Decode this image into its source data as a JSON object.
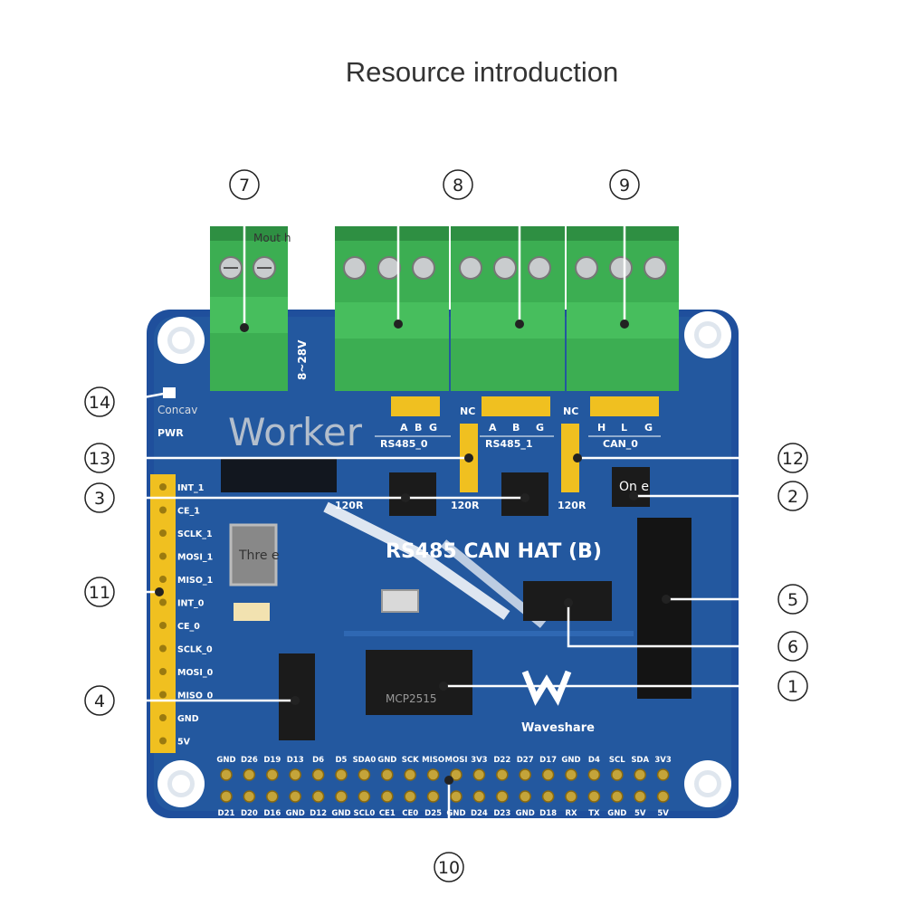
{
  "title": "Resource introduction",
  "board": {
    "name": "RS485 CAN HAT (B)",
    "brand": "Waveshare",
    "power_in": "8~28V",
    "pwr_label": "PWR",
    "terminal_labels": [
      "RS485_0",
      "RS485_1",
      "CAN_0"
    ],
    "terminal_pins": [
      [
        "A",
        "B",
        "G"
      ],
      [
        "A",
        "B",
        "G"
      ],
      [
        "H",
        "L",
        "G"
      ]
    ],
    "nc_labels": [
      "NC",
      "NC"
    ],
    "resistor_labels": [
      "120R",
      "120R",
      "120R"
    ],
    "chip_label": "MCP2515",
    "spi_pins": [
      "INT_1",
      "CE_1",
      "SCLK_1",
      "MOSI_1",
      "MISO_1",
      "INT_0",
      "CE_0",
      "SCLK_0",
      "MOSI_0",
      "MISO_0",
      "GND",
      "5V"
    ],
    "gpio_top": [
      "GND",
      "D26",
      "D19",
      "D13",
      "D6",
      "D5",
      "SDA0",
      "GND",
      "SCK",
      "MISO",
      "MOSI",
      "3V3",
      "D22",
      "D27",
      "D17",
      "GND",
      "D4",
      "SCL",
      "SDA",
      "3V3"
    ],
    "gpio_bottom": [
      "D21",
      "D20",
      "D16",
      "GND",
      "D12",
      "GND",
      "SCL0",
      "CE1",
      "CE0",
      "D25",
      "GND",
      "D24",
      "D23",
      "GND",
      "D18",
      "RX",
      "TX",
      "GND",
      "5V",
      "5V"
    ]
  },
  "overlay_text": {
    "watermark": "Worker",
    "concav": "Concav",
    "mouth": "Mout h",
    "three": "Thre e",
    "one": "On e"
  },
  "callouts": [
    "1",
    "2",
    "3",
    "4",
    "5",
    "6",
    "7",
    "8",
    "9",
    "10",
    "11",
    "12",
    "13",
    "14"
  ]
}
